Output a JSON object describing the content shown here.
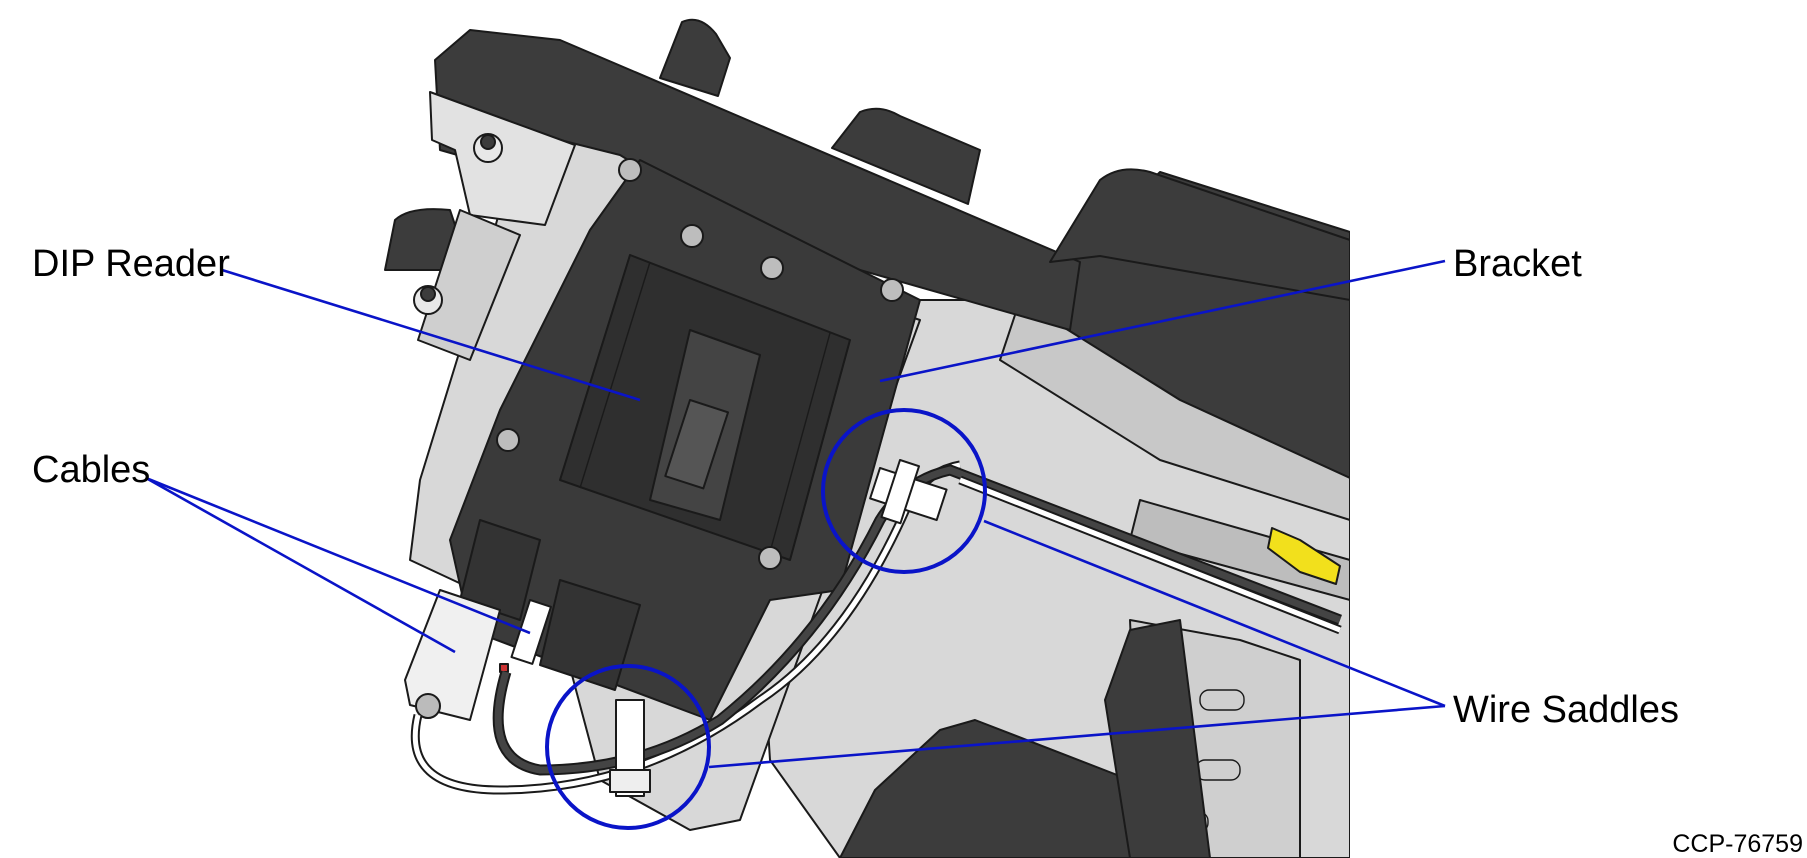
{
  "labels": {
    "dip_reader": "DIP Reader",
    "bracket": "Bracket",
    "cables": "Cables",
    "wire_saddles": "Wire Saddles"
  },
  "figure_code": "CCP-76759",
  "colors": {
    "leader_line": "#0a14c8",
    "dark_part": "#3c3c3c",
    "light_part": "#d8d8d8",
    "accent_yellow": "#f2e01c"
  }
}
